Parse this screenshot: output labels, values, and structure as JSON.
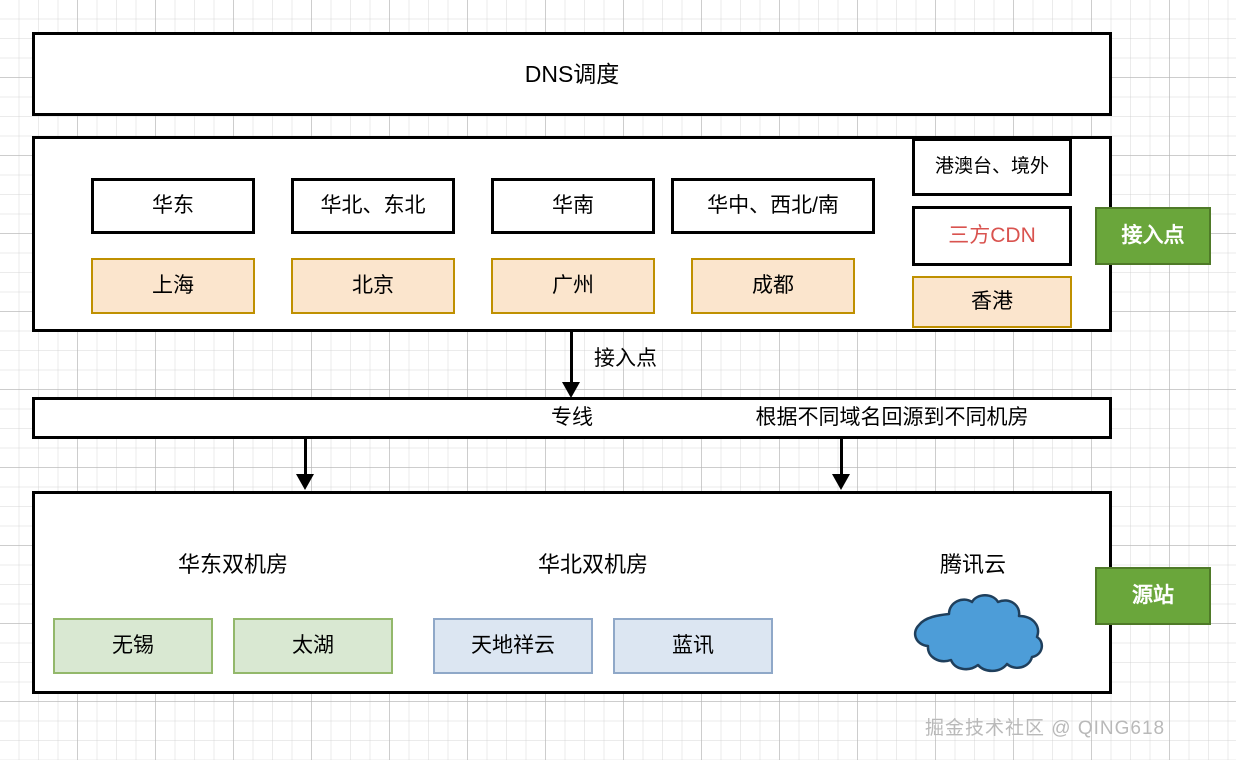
{
  "diagram": {
    "title_band": {
      "label": "DNS调度"
    },
    "access_layer": {
      "tag": "接入点",
      "regions": [
        {
          "region": "华东",
          "city": "上海"
        },
        {
          "region": "华北、东北",
          "city": "北京"
        },
        {
          "region": "华南",
          "city": "广州"
        },
        {
          "region": "华中、西北/南",
          "city": "成都"
        }
      ],
      "overseas": {
        "region": "港澳台、境外",
        "cdn": "三方CDN",
        "city": "香港"
      }
    },
    "connector": {
      "arrow_label": "接入点"
    },
    "transport_band": {
      "left_label": "专线",
      "right_label": "根据不同域名回源到不同机房"
    },
    "origin_layer": {
      "tag": "源站",
      "groups": [
        {
          "title": "华东双机房",
          "nodes": [
            "无锡",
            "太湖"
          ]
        },
        {
          "title": "华北双机房",
          "nodes": [
            "天地祥云",
            "蓝讯"
          ]
        },
        {
          "title": "腾讯云",
          "nodes": []
        }
      ]
    },
    "watermark": "掘金技术社区 @ QING618",
    "colors": {
      "tag_green_fill": "#6AA63B",
      "tag_green_border": "#4F7A28",
      "city_orange_fill": "#FBE5CD",
      "city_orange_border": "#BF9000",
      "idc_green_fill": "#D9E8D2",
      "idc_green_border": "#93B86B",
      "idc_blue_fill": "#DCE6F2",
      "idc_blue_border": "#8FA8C8",
      "cdn_red_text": "#D9534F",
      "cloud_fill": "#4D9DD8",
      "cloud_border": "#1F3F5C",
      "outline_black": "#000000"
    }
  }
}
